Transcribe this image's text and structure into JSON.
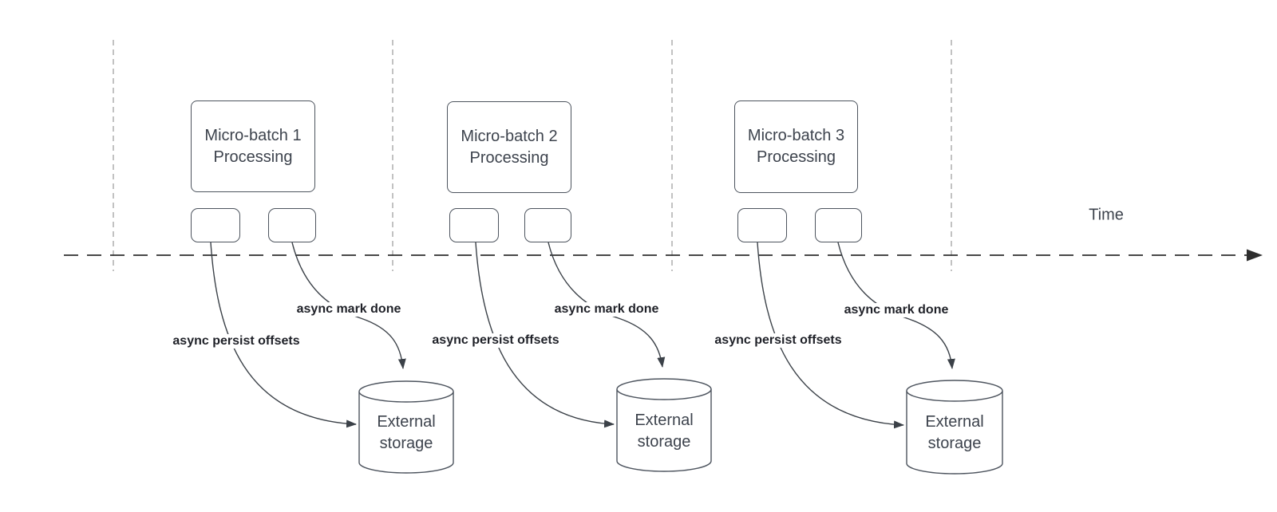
{
  "axis": {
    "label": "Time"
  },
  "batches": [
    {
      "process_label": "Micro-batch 1 Processing",
      "persist_label": "async persist offsets",
      "mark_done_label": "async mark done",
      "storage_label": "External storage"
    },
    {
      "process_label": "Micro-batch 2 Processing",
      "persist_label": "async persist offsets",
      "mark_done_label": "async mark done",
      "storage_label": "External storage"
    },
    {
      "process_label": "Micro-batch 3 Processing",
      "persist_label": "async persist offsets",
      "mark_done_label": "async mark done",
      "storage_label": "External storage"
    }
  ],
  "colors": {
    "background": "#ffffff",
    "guide_line": "#a8a8a8",
    "axis_line": "#2e2e2e",
    "shape_stroke": "#4d545e",
    "edge_stroke": "#3b4148",
    "edge_label_text": "#1f2128",
    "shape_text": "#3d434d"
  }
}
